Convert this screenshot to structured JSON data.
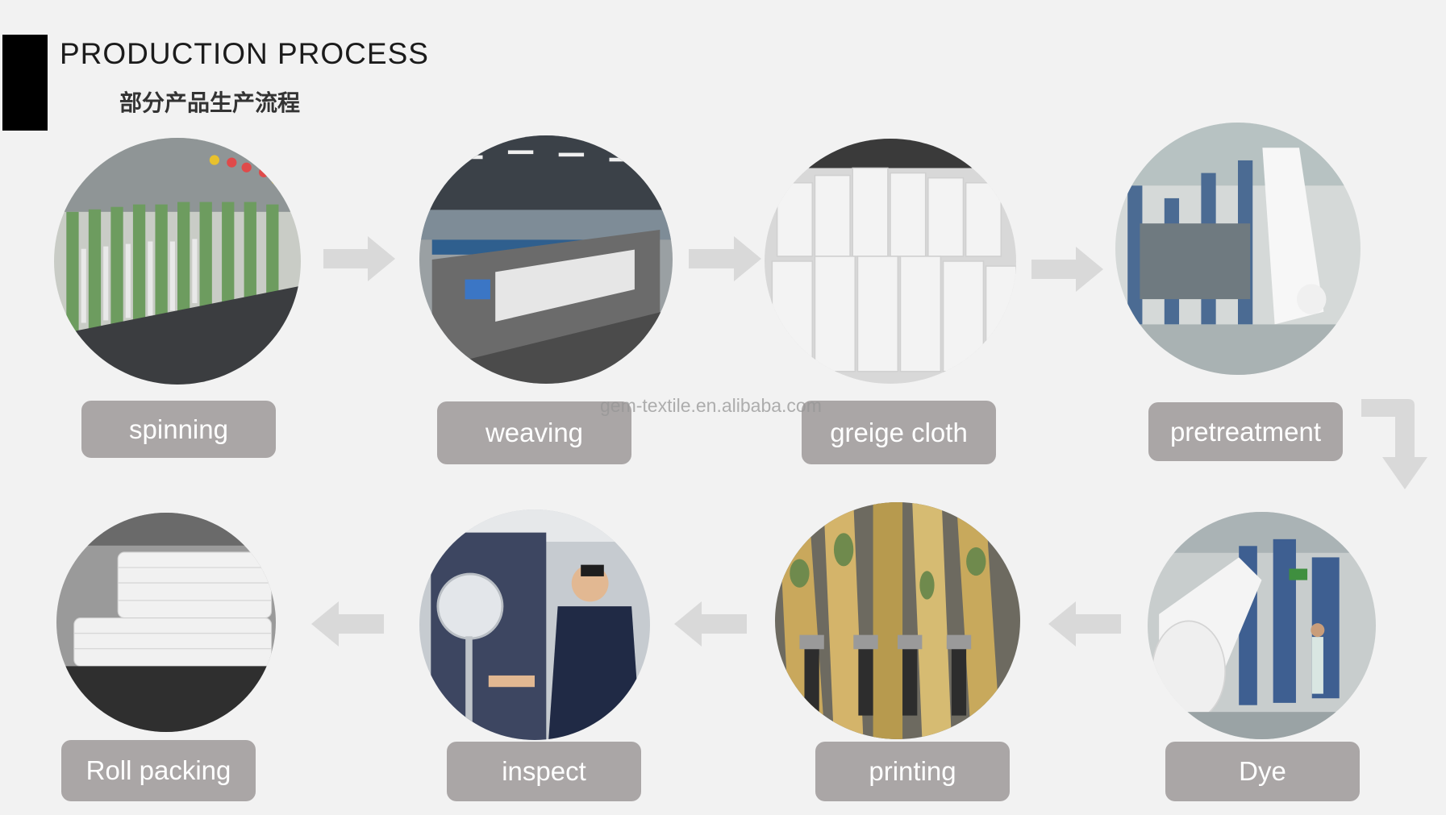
{
  "header": {
    "title": "PRODUCTION PROCESS",
    "subtitle": "部分产品生产流程"
  },
  "steps": [
    {
      "label": "spinning"
    },
    {
      "label": "weaving"
    },
    {
      "label": "greige cloth"
    },
    {
      "label": "pretreatment"
    },
    {
      "label": "Dye"
    },
    {
      "label": "printing"
    },
    {
      "label": "inspect"
    },
    {
      "label": "Roll packing"
    }
  ],
  "watermark": "gem-textile.en.alibaba.com",
  "colors": {
    "background": "#f2f2f2",
    "label_bg": "#aaa6a6",
    "label_text": "#ffffff",
    "arrow": "#d9d9d9",
    "accent_bar": "#000000"
  },
  "icons": {
    "arrow_right": "arrow-right-icon",
    "arrow_left": "arrow-left-icon",
    "arrow_turn_down": "arrow-turn-down-icon"
  }
}
